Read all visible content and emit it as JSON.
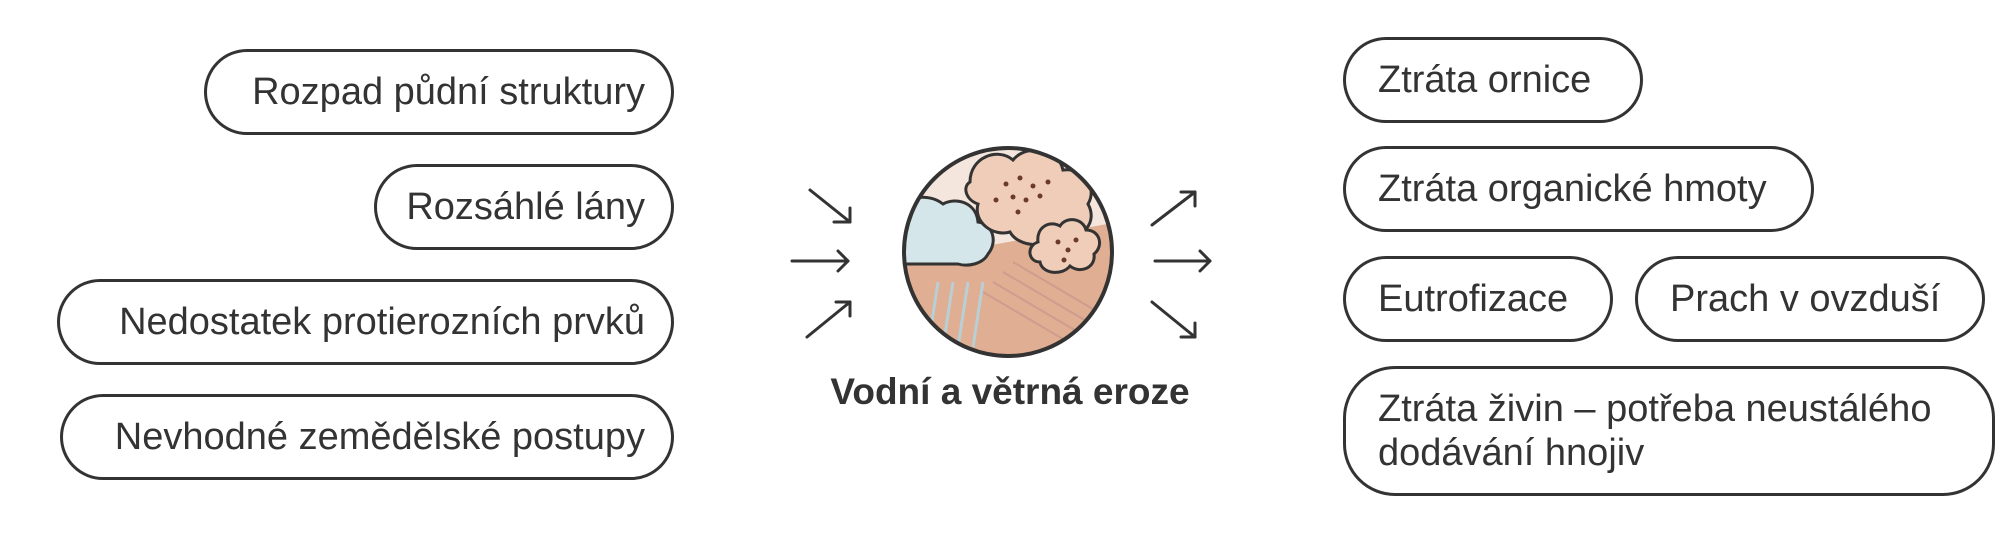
{
  "causes": [
    {
      "label": "Rozpad půdní struktury"
    },
    {
      "label": "Rozsáhlé lány"
    },
    {
      "label": "Nedostatek protierozních prvků"
    },
    {
      "label": "Nevhodné zemědělské postupy"
    }
  ],
  "center": {
    "title": "Vodní a větrná eroze",
    "icon": "erosion-icon"
  },
  "effects": [
    {
      "label": "Ztráta ornice"
    },
    {
      "label": "Ztráta organické hmoty"
    },
    {
      "label": "Eutrofizace"
    },
    {
      "label": "Prach v ovzduší"
    },
    {
      "label": "Ztráta živin – potřeba neustálého dodávání hnojiv"
    }
  ],
  "colors": {
    "outline": "#333333",
    "soil": "#dfae93",
    "dust_cloud": "#f0cdb8",
    "rain_cloud": "#d5e6ea"
  }
}
